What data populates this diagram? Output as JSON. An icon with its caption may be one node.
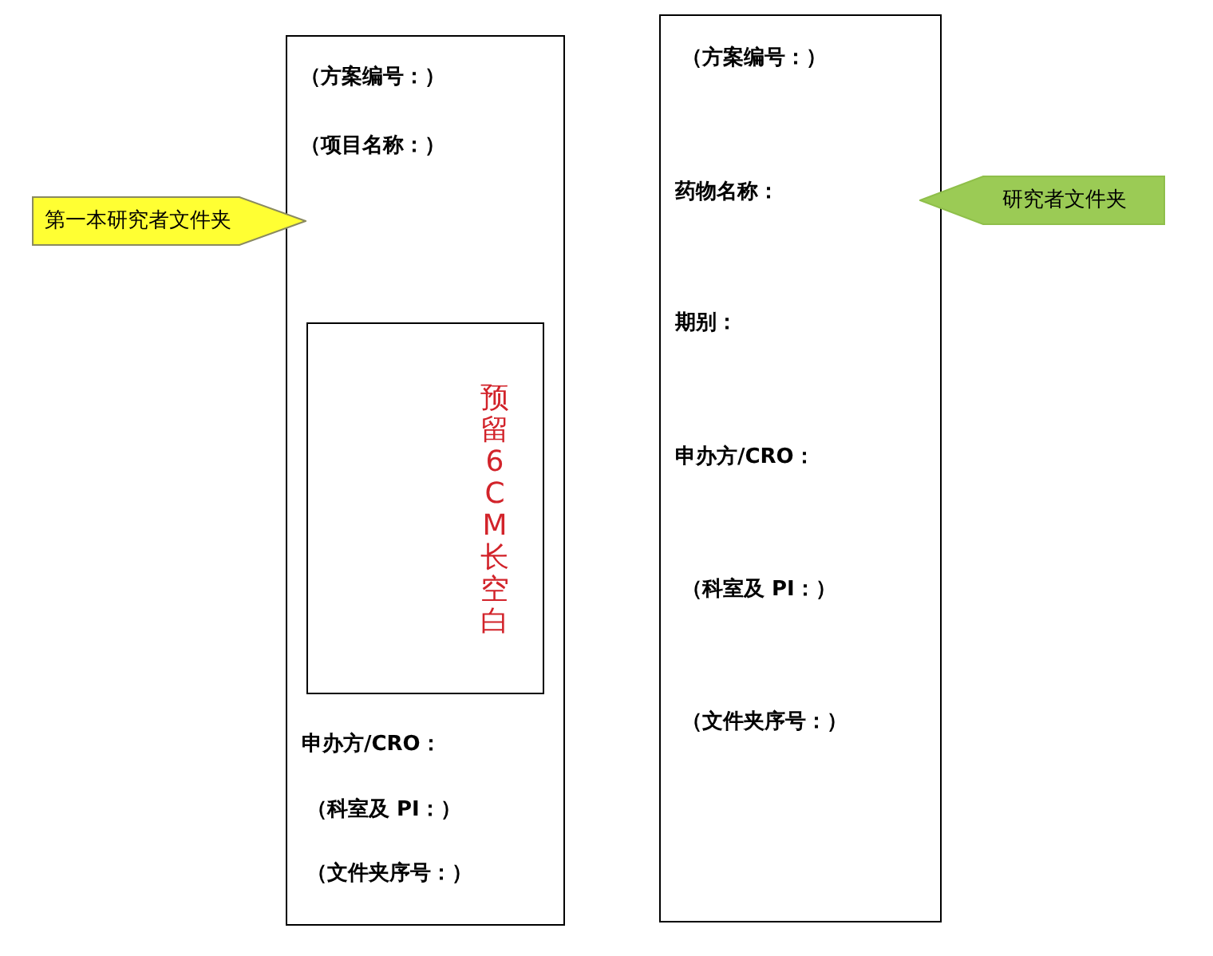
{
  "diagram": {
    "nodes": [
      {
        "text": [
          "第一本研究者文件夹"
        ]
      },
      {
        "text": [
          "（方案编号：）",
          "（项目名称：）",
          "申办方/CRO：",
          "（科室及 PI：）",
          "（文件夹序号：）"
        ]
      },
      {
        "text": [
          "预留 6CM 长空白"
        ],
        "in": 1
      },
      {
        "text": [
          "（方案编号：）",
          "药物名称：",
          "期别：",
          "申办方/CRO：",
          "（科室及 PI：）",
          "（文件夹序号：）"
        ]
      },
      {
        "text": [
          "研究者文件夹"
        ]
      }
    ]
  }
}
